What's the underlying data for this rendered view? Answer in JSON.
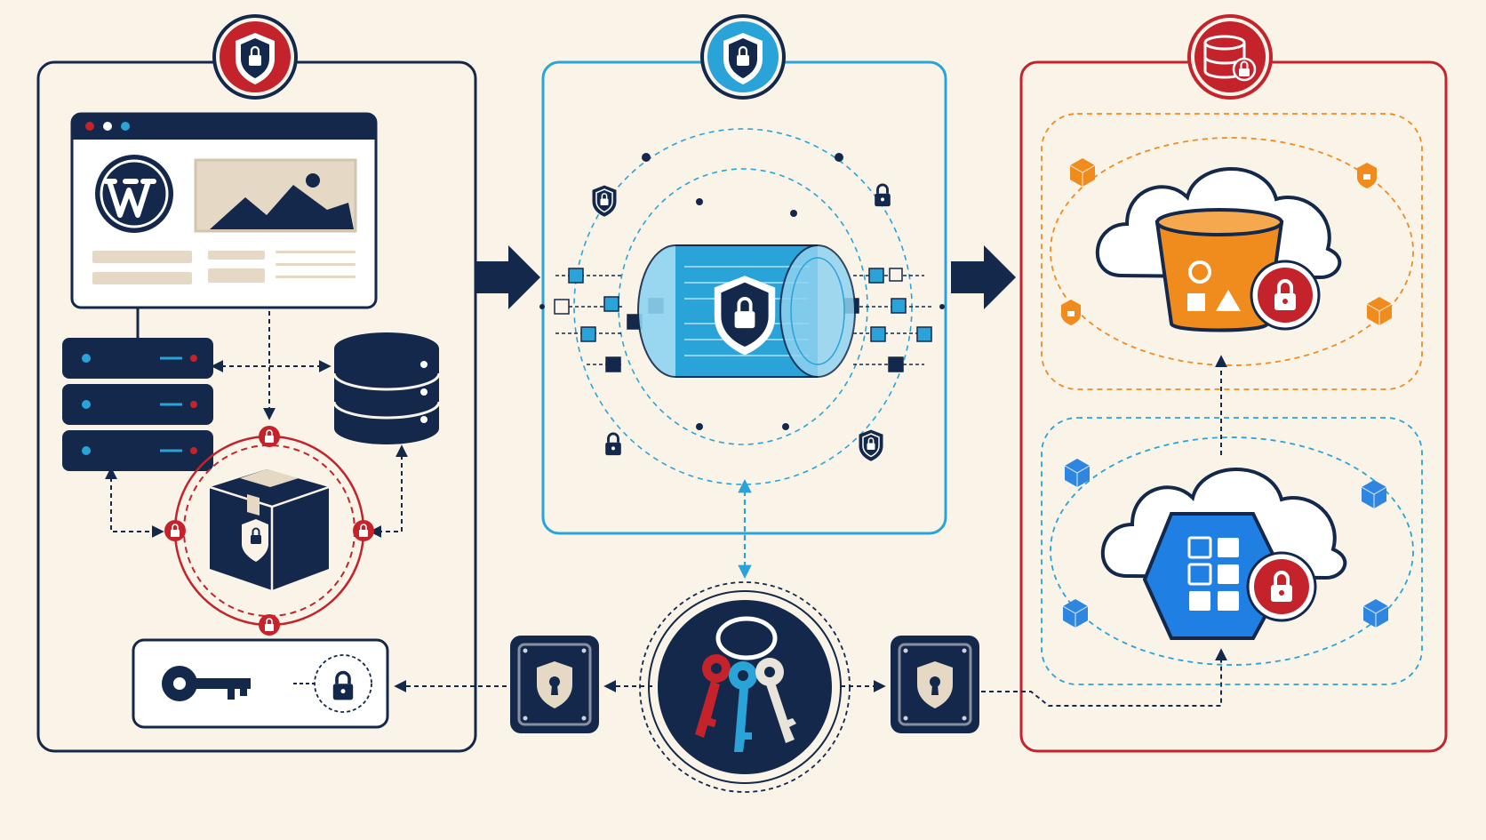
{
  "palette": {
    "background": "#faf4e8",
    "navy": "#13284a",
    "red": "#c4232b",
    "blue": "#2aa3d8",
    "light_blue": "#8fd3f0",
    "orange": "#f08c1e",
    "azure_blue": "#1f7fe3",
    "beige": "#e5d9c6",
    "white": "#ffffff"
  },
  "sections": [
    {
      "id": "origin",
      "icon": "shield-lock-icon",
      "border": "navy"
    },
    {
      "id": "transit",
      "icon": "shield-lock-icon",
      "border": "blue"
    },
    {
      "id": "storage",
      "icon": "database-lock-icon",
      "border": "red"
    }
  ],
  "site": {
    "logo": "wordpress-logo",
    "window_dots": [
      "red",
      "white",
      "blue"
    ]
  },
  "key_management": {
    "center": "key-ring-icon",
    "keys": [
      "red",
      "blue",
      "white"
    ],
    "vaults": 2
  }
}
